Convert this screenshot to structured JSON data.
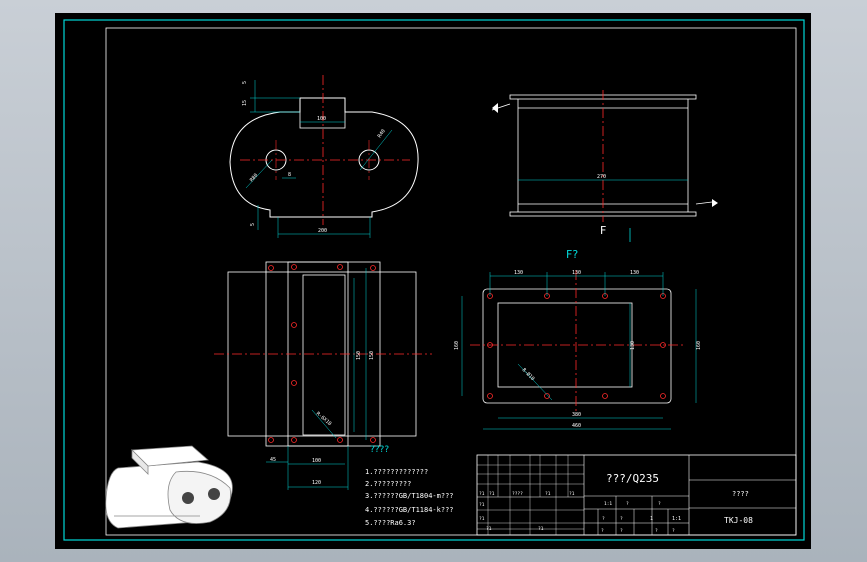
{
  "drawing": {
    "top_view": {
      "dims": [
        "5",
        "15",
        "100",
        "R80",
        "R40",
        "8",
        "5",
        "200"
      ]
    },
    "side_view": {
      "dims": [
        "270"
      ],
      "section_label": "F"
    },
    "front_view": {
      "dims": [
        "45",
        "100",
        "120",
        "150",
        "150",
        "R-6X10"
      ],
      "caption": "????"
    },
    "flange_view": {
      "title": "F?",
      "dims": [
        "130",
        "130",
        "130",
        "160",
        "130",
        "160",
        "380",
        "460",
        "8-Ø10"
      ]
    },
    "notes": [
      "1.?????????????",
      "2.?????????",
      "3.??????GB/T1804-m???",
      "4.??????GB/T1184-k???",
      "5.????Ra6.3?"
    ],
    "title_block": {
      "material": "???/Q235",
      "name": "????",
      "drawing_no": "TKJ-08",
      "left_row1": [
        "?1",
        "?1",
        "????",
        "?1",
        "?1"
      ],
      "left_row2": [
        "?1",
        "",
        "",
        "",
        ""
      ],
      "left_row3": [
        "?1",
        "",
        "?1",
        "",
        ""
      ],
      "left_row4": [
        "?1",
        "",
        "?1",
        "",
        ""
      ],
      "right_row1": [
        "1:1",
        "?",
        "?",
        "?"
      ],
      "right_row2": [
        "?",
        "?",
        "1",
        "1:1"
      ],
      "right_row3": [
        "?",
        "?",
        "?",
        "?"
      ]
    }
  }
}
